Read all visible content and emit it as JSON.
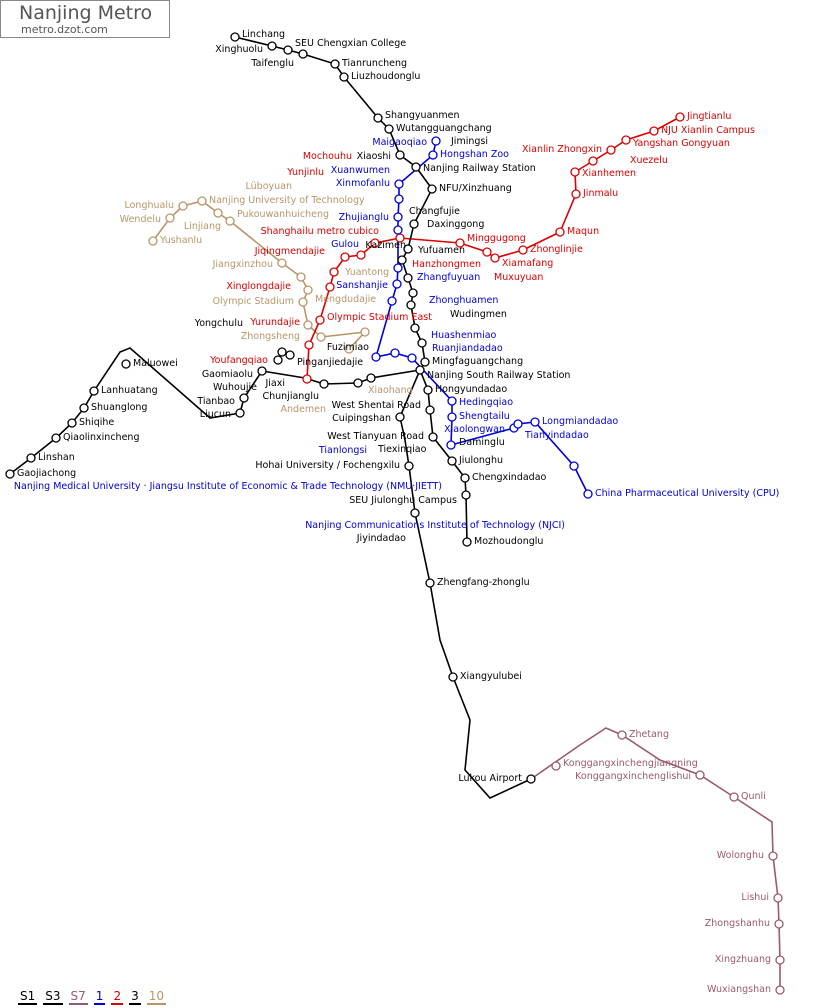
{
  "header": {
    "title": "Nanjing Metro",
    "subtitle": "metro.dzot.com"
  },
  "colors": {
    "S1": "#000000",
    "S3": "#000000",
    "S7": "#9b5a6a",
    "1": "#0000dd",
    "2": "#dd0000",
    "3": "#000000",
    "10": "#b8966a"
  },
  "legend": [
    {
      "label": "S1",
      "color": "#000000"
    },
    {
      "label": "S3",
      "color": "#000000"
    },
    {
      "label": "S7",
      "color": "#9b5a6a"
    },
    {
      "label": "1",
      "color": "#0000dd"
    },
    {
      "label": "2",
      "color": "#dd0000"
    },
    {
      "label": "3",
      "color": "#000000"
    },
    {
      "label": "10",
      "color": "#b8966a"
    }
  ],
  "lines": {
    "3": {
      "color": "#000000",
      "stations": [
        "Linchang",
        "Xinghuolu",
        "SEU Chengxian College",
        "Taifenglu",
        "Tianruncheng",
        "Liuzhoudonglu",
        "Shangyuanmen",
        "Wutangguangchang",
        "Xiaoshi",
        "Nanjing Railway Station",
        "NFU/Xinzhuang",
        "Jimingsi",
        "Daxinggong",
        "Changfujie",
        "Fuzimiao",
        "Wudingmen",
        "Yufuamen",
        "Kazimen",
        "Daminglu",
        "Mingfaguangchang",
        "Nanjing South Railway Station",
        "Hongyundadao",
        "West Shentai Road",
        "West Tianyuan Road",
        "Jiulonghu",
        "Chengxindadao",
        "SEU Jiulonghu Campus",
        "Mozhoudonglu"
      ]
    },
    "S1": {
      "color": "#000000",
      "stations": [
        "Cuipingshan",
        "Hohai University / Fochengxilu",
        "Jiyindadao",
        "Zhengfang-zhonglu",
        "Xiangyulubei",
        "Lukou Airport"
      ]
    },
    "S3": {
      "color": "#000000",
      "stations": [
        "Tiexinqiao",
        "Chunjianglu",
        "Jiaxi",
        "Gaomiaolu",
        "Wuhoujie",
        "Pinganjiedajie",
        "Yongchulu",
        "Tianbao",
        "Liucun",
        "Maluowei",
        "Lanhuatang",
        "Shuanglong",
        "Shiqihe",
        "Qiaolinxincheng",
        "Linshan",
        "Gaojiachong"
      ]
    },
    "1": {
      "color": "#0000dd",
      "stations": [
        "Maigaoqiao",
        "Hongshan Zoo",
        "Xinmofanlu",
        "Xuanwumen",
        "Gulou",
        "Zhujianglu",
        "Zhangfuyuan",
        "Sanshanjie",
        "Zhonghuamen",
        "Tianlongsi",
        "Ruanjiandadao",
        "Huashenmiao",
        "Hedingqiao",
        "Shengtailu",
        "Nanjing Medical University · Jiangsu Institute of Economic & Trade Technology (NMU·JIETT)",
        "Xiaolongwan",
        "Tianyindadao",
        "Longmiandadao",
        "Nanjing Communications Institute of Technology (NJCI)",
        "China Pharmaceutical University (CPU)"
      ]
    },
    "2": {
      "color": "#dd0000",
      "stations": [
        "Youfangqiao",
        "Yurundajie",
        "Olympic Stadium East",
        "Xinglongdajie",
        "Jiqingmendajie",
        "Yunjinlu",
        "Mochouhu",
        "Hanzhongmen",
        "Shanghailu metro cubico",
        "Minggugong",
        "Muxuyuan",
        "Xiamafang",
        "Zhonglinjie",
        "Maqun",
        "Jinmalu",
        "Xianhemen",
        "Xuezelu",
        "Xianlin Zhongxin",
        "Yangshan Gongyuan",
        "NJU Xianlin Campus",
        "Jingtianlu"
      ]
    },
    "10": {
      "color": "#b8966a",
      "stations": [
        "Yushanlu",
        "Wendelu",
        "Longhualu",
        "Nanjing University of Technology",
        "Pukouwanhuicheng",
        "Linjiang",
        "Jiangxinzhou",
        "Lüboyuan",
        "Mengdudajie",
        "Olympic Stadium",
        "Yuantong",
        "Zhongsheng",
        "Andemen",
        "Xiaohang"
      ]
    },
    "S7": {
      "color": "#9b5a6a",
      "stations": [
        "Konggangxinchengjiangning",
        "Zhetang",
        "Konggangxinchenglishui",
        "Qunli",
        "Wolonghu",
        "Lishui",
        "Zhongshanhu",
        "Xingzhuang",
        "Wuxiangshan"
      ]
    }
  }
}
